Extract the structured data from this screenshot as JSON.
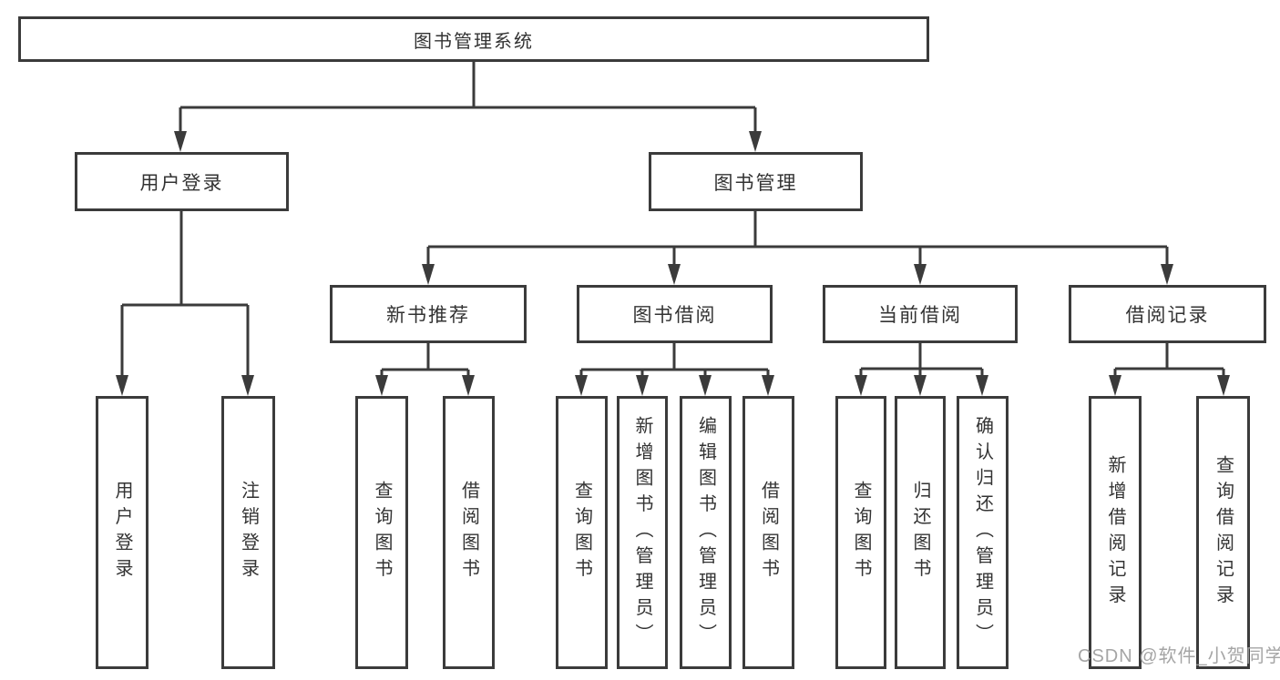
{
  "diagram": {
    "root": "图书管理系统",
    "level2": {
      "login": "用户登录",
      "manage": "图书管理"
    },
    "level3": {
      "newbook": "新书推荐",
      "borrow": "图书借阅",
      "current": "当前借阅",
      "records": "借阅记录"
    },
    "leaves": {
      "login": [
        "用户登录",
        "注销登录"
      ],
      "newbook": [
        "查询图书",
        "借阅图书"
      ],
      "borrow": [
        "查询图书",
        "新增图书（管理员）",
        "编辑图书（管理员）",
        "借阅图书"
      ],
      "current": [
        "查询图书",
        "归还图书",
        "确认归还（管理员）"
      ],
      "records": [
        "新增借阅记录",
        "查询借阅记录"
      ]
    }
  },
  "watermark": "CSDN @软件_小贺同学",
  "colors": {
    "line": "#3b3b3b",
    "text": "#333333",
    "background": "#ffffff",
    "watermark": "#a0a0a0"
  }
}
